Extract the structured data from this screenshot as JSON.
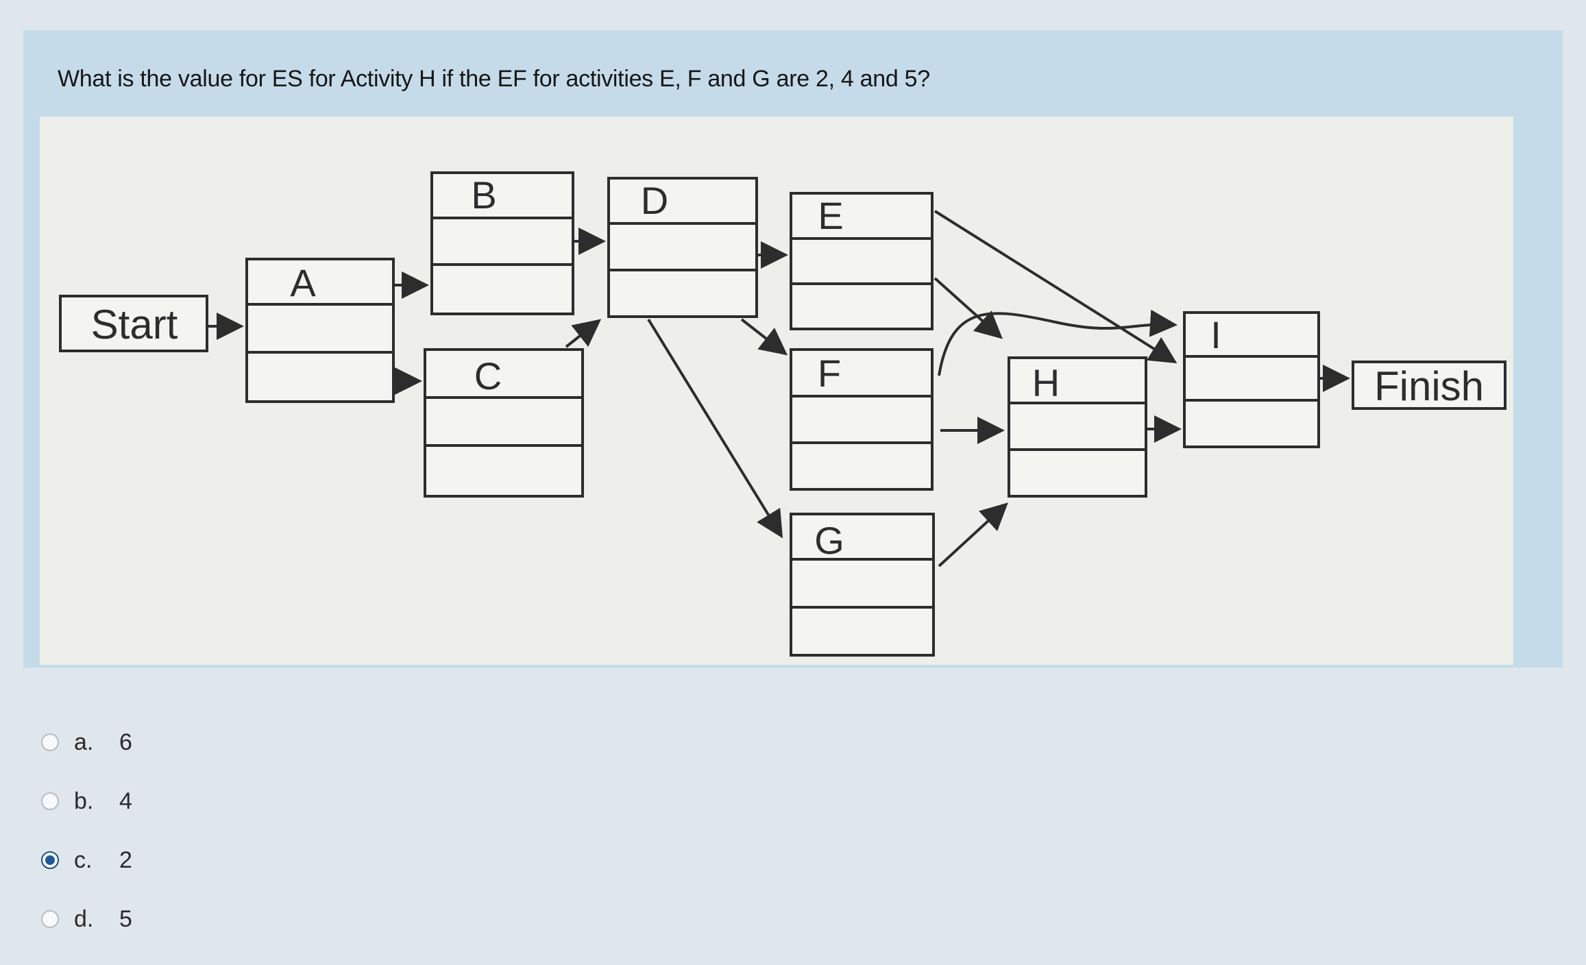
{
  "question": {
    "text": "What is the value for ES for Activity H if the EF for activities E, F and G are 2, 4 and 5?"
  },
  "diagram": {
    "start_label": "Start",
    "finish_label": "Finish",
    "activities": [
      "A",
      "B",
      "C",
      "D",
      "E",
      "F",
      "G",
      "H",
      "I"
    ]
  },
  "options": [
    {
      "letter": "a.",
      "value": "6",
      "selected": false
    },
    {
      "letter": "b.",
      "value": "4",
      "selected": false
    },
    {
      "letter": "c.",
      "value": "2",
      "selected": true
    },
    {
      "letter": "d.",
      "value": "5",
      "selected": false
    }
  ],
  "colors": {
    "panel": "#c5dbe9",
    "diagram_bg": "#eeeeea",
    "line": "#2d2d2d",
    "radio_selected": "#1c5aa0"
  }
}
